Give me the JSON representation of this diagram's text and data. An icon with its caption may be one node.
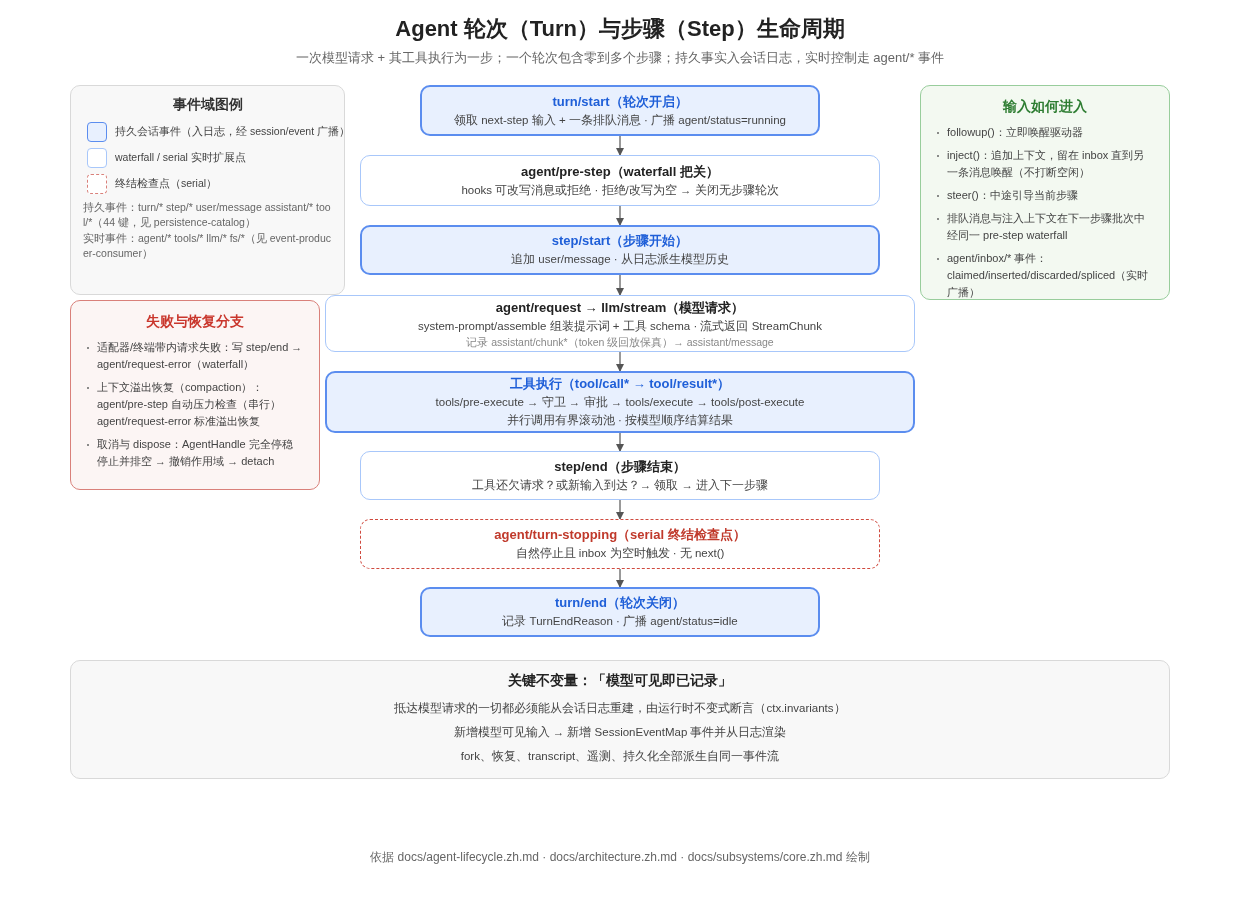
{
  "diagram": {
    "title": "Agent 轮次（Turn）与步骤（Step）生命周期",
    "nodes": [
      {
        "text": [
          "事件域图例",
          "持久事件：turn/* step/* user/message assistant/* tool/*（44 键，见 persistence-catalog）",
          "实时事件：agent/* tools/* llm/* fs/*（见 event-producer-consumer）"
        ]
      },
      {
        "text": [
          "失败与恢复分支",
          "适配器/终端带内请求失败：写 step/end → agent/request-error（waterfall）",
          "上下文溢出恢复（compaction）：agent/pre-step 自动压力检查（串行）agent/request-error 标准溢出恢复",
          "取消与 dispose：AgentHandle 完全停稳停止并排空 → 撤销作用域 → detach"
        ]
      },
      {
        "text": [
          "输入如何进入",
          "followup()：立即唤醒驱动器",
          "inject()：追加上下文，留在 inbox 直到另一条消息唤醒（不打断空闲）",
          "steer()：中途引导当前步骤",
          "排队消息与注入上下文在下一步骤批次中经同一 pre-step waterfall",
          "agent/inbox/* 事件：claimed/inserted/discarded/spliced（实时广播）"
        ]
      },
      {
        "text": [
          "turn/start（轮次开启）",
          "领取 next-step 输入 + 一条排队消息 · 广播 agent/status=running"
        ]
      },
      {
        "text": [
          "agent/pre-step（waterfall 把关）",
          "hooks 可改写消息或拒绝 · 拒绝/改写为空 → 关闭无步骤轮次"
        ]
      },
      {
        "text": [
          "step/start（步骤开始）",
          "追加 user/message · 从日志派生模型历史"
        ]
      },
      {
        "text": [
          "agent/request → llm/stream（模型请求）",
          "system-prompt/assemble 组装提示词 + 工具 schema · 流式返回 StreamChunk",
          "记录 assistant/chunk*（token 级回放保真）→ assistant/message"
        ]
      },
      {
        "text": [
          "工具执行（tool/call* → tool/result*）",
          "tools/pre-execute → 守卫 → 审批 → tools/execute → tools/post-execute",
          "并行调用有界滚动池 · 按模型顺序结算结果"
        ]
      },
      {
        "text": [
          "step/end（步骤结束）",
          "工具还欠请求？或新输入到达？→ 领取 → 进入下一步骤"
        ]
      },
      {
        "text": [
          "agent/turn-stopping（serial 终结检查点）",
          "自然停止且 inbox 为空时触发 · 无 next()"
        ]
      },
      {
        "text": [
          "turn/end（轮次关闭）",
          "记录 TurnEndReason · 广播 agent/status=idle"
        ]
      },
      {
        "text": [
          "关键不变量：「模型可见即已记录」",
          "抵达模型请求的一切都必须能从会话日志重建，由运行时不变式断言（ctx.invariants）",
          "新增模型可见输入 → 新增 SessionEventMap 事件并从日志渲染",
          "fork、恢复、transcript、遥测、持久化全部派生自同一事件流"
        ]
      }
    ],
    "edges": [
      {
        "from": 3,
        "to": 4,
        "arrow": "to"
      },
      {
        "from": 4,
        "to": 5,
        "arrow": "to"
      },
      {
        "from": 5,
        "to": 6,
        "arrow": "to"
      },
      {
        "from": 6,
        "to": 7,
        "arrow": "to"
      },
      {
        "from": 7,
        "to": 8,
        "arrow": "to"
      },
      {
        "from": 8,
        "to": 9,
        "arrow": "to"
      },
      {
        "from": 9,
        "to": 10,
        "arrow": "to"
      }
    ],
    "labels": [
      "一次模型请求 + 其工具执行为一步；一个轮次包含零到多个步骤；持久事实入会话日志，实时控制走 agent/* 事件",
      "依据 docs/agent-lifecycle.zh.md · docs/architecture.zh.md · docs/subsystems/core.zh.md 绘制"
    ],
    "legend": [
      {
        "text": "持久会话事件（入日志，经 session/event 广播）",
        "color": "#e8f0fe"
      },
      {
        "text": "waterfall / serial 实时扩展点",
        "color": "#ffffff"
      },
      {
        "text": "终结检查点（serial）"
      }
    ]
  }
}
